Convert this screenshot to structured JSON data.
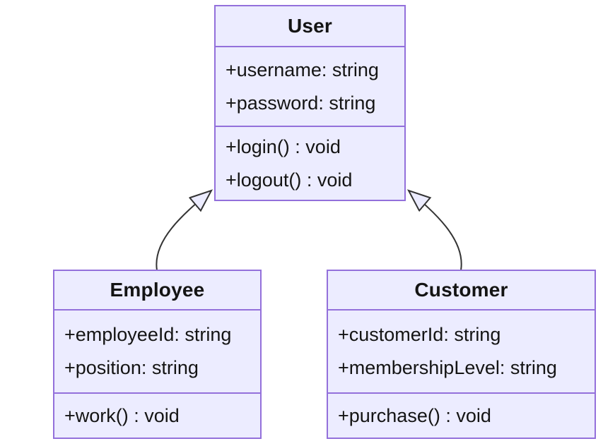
{
  "diagram": {
    "type": "uml-class-diagram",
    "colors": {
      "background": "#ffffff",
      "box_fill": "#ECECFF",
      "box_border": "#9370DB",
      "edge_stroke": "#333333",
      "text": "#141414"
    },
    "classes": [
      {
        "name": "User",
        "attributes": [
          "+username: string",
          "+password: string"
        ],
        "methods": [
          "+login() : void",
          "+logout() : void"
        ]
      },
      {
        "name": "Employee",
        "attributes": [
          "+employeeId: string",
          "+position: string"
        ],
        "methods": [
          "+work() : void"
        ]
      },
      {
        "name": "Customer",
        "attributes": [
          "+customerId: string",
          "+membershipLevel: string"
        ],
        "methods": [
          "+purchase() : void"
        ]
      }
    ],
    "relationships": [
      {
        "from": "Employee",
        "to": "User",
        "type": "inheritance"
      },
      {
        "from": "Customer",
        "to": "User",
        "type": "inheritance"
      }
    ]
  }
}
